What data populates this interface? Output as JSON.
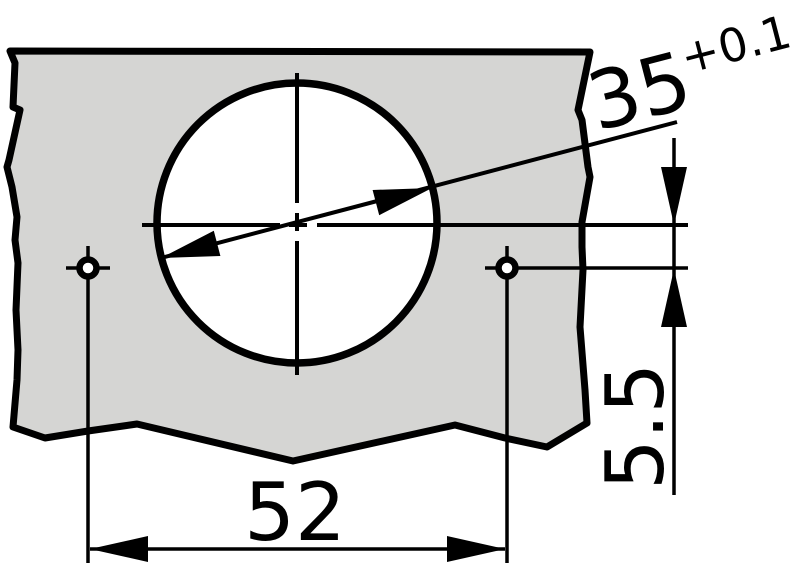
{
  "drawing": {
    "labels": {
      "cup_diameter": "35",
      "cup_diameter_tolerance": "+0.1",
      "vertical_offset": "5.5",
      "screw_hole_spacing": "52"
    },
    "colors": {
      "panel_fill": "#d5d5d3",
      "line": "#000000",
      "background": "#ffffff"
    }
  }
}
